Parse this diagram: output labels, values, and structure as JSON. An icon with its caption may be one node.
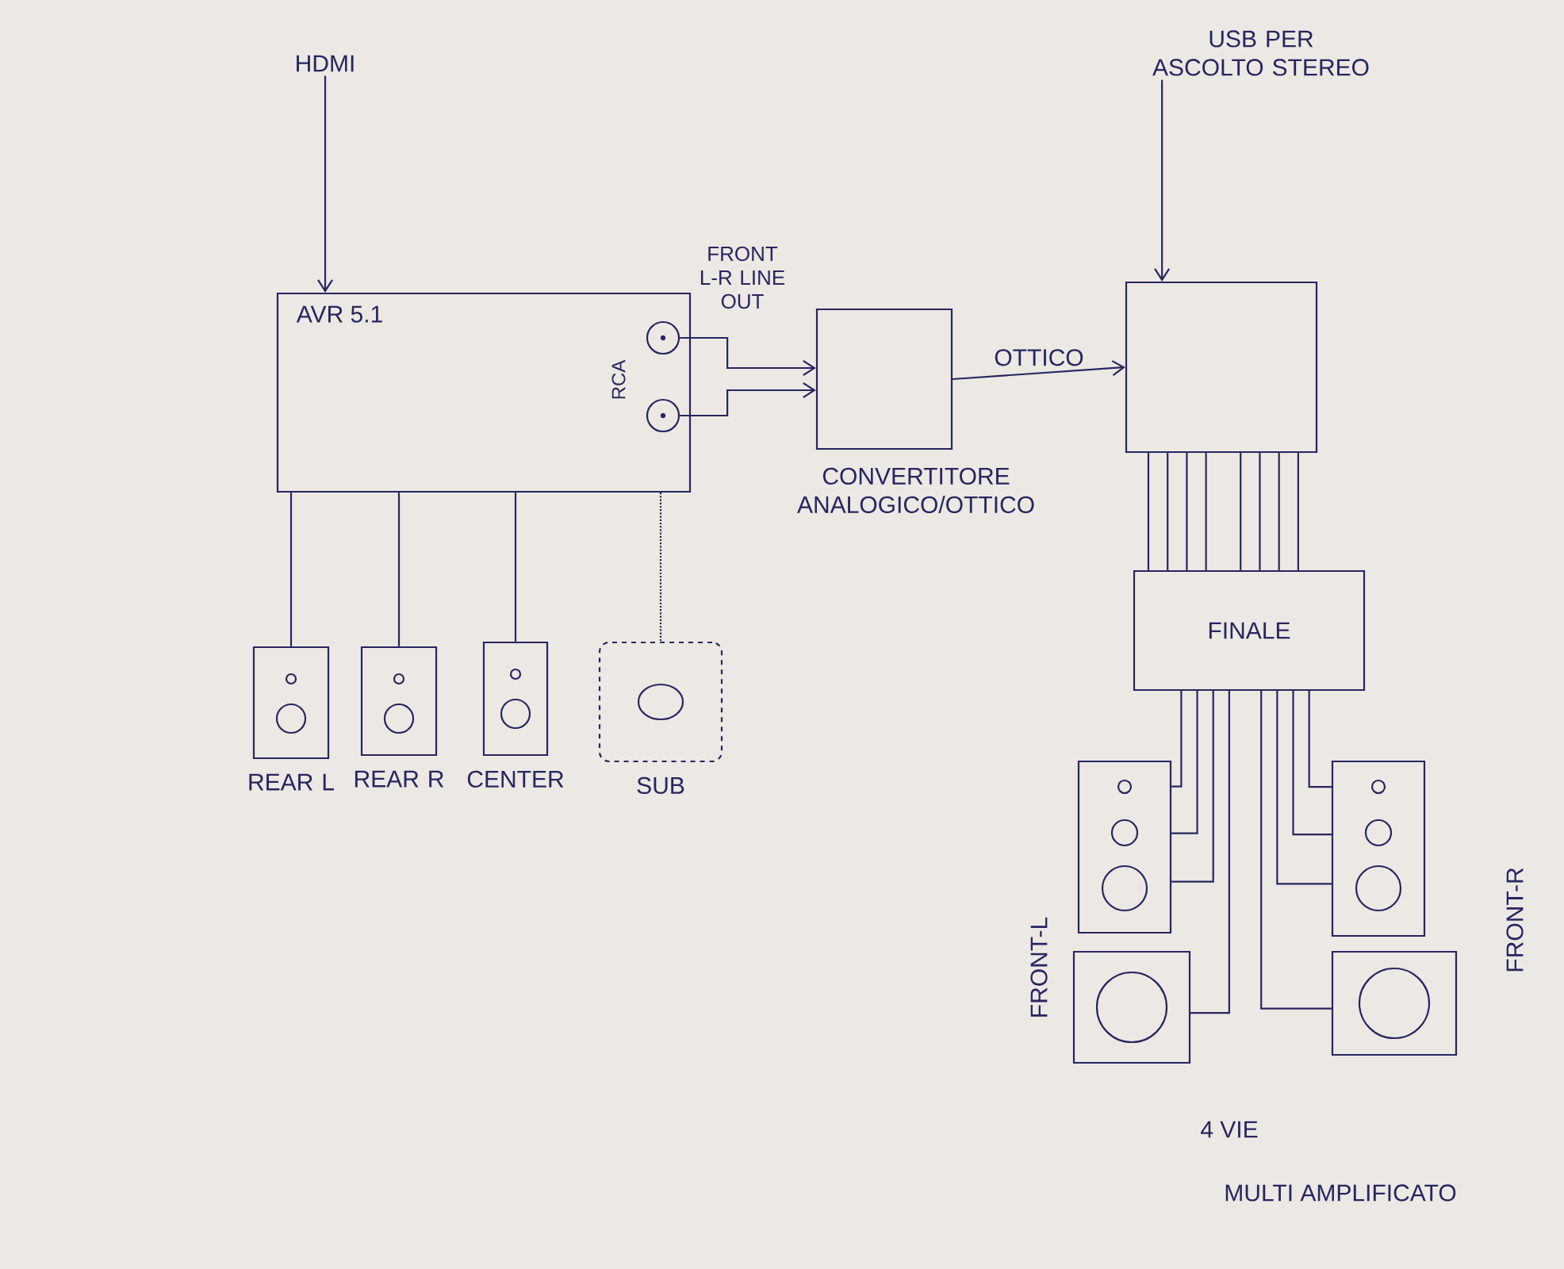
{
  "diagram": {
    "nodes": [
      {
        "text": [
          "HDMI"
        ]
      },
      {
        "text": [
          "AVR 5.1",
          "RCA"
        ]
      },
      {
        "text": [],
        "shape": "circle",
        "in": 1
      },
      {
        "text": [],
        "shape": "circle",
        "in": 1
      },
      {
        "text": [],
        "shape": "box",
        "beside": [
          "CONVERTITORE ANALOGICO/OTTICO"
        ]
      },
      {
        "text": [
          "USB PER ASCOLTO STEREO"
        ]
      },
      {
        "text": [],
        "shape": "box"
      },
      {
        "text": [
          "FINALE"
        ]
      },
      {
        "text": [
          "REAR L"
        ]
      },
      {
        "text": [
          "REAR R"
        ]
      },
      {
        "text": [
          "CENTER"
        ]
      },
      {
        "text": [
          "SUB"
        ]
      },
      {
        "text": [],
        "shape": "box"
      },
      {
        "text": [],
        "shape": "box"
      },
      {
        "text": [],
        "shape": "box"
      },
      {
        "text": [],
        "shape": "box"
      }
    ],
    "edges": [
      {
        "from": 0,
        "to": 1,
        "arrow": "to"
      },
      {
        "from": 2,
        "to": 4,
        "arrow": "to"
      },
      {
        "from": 3,
        "to": 4,
        "arrow": "to"
      },
      {
        "from": 4,
        "to": 6,
        "arrow": "to",
        "label": "OTTICO"
      },
      {
        "from": 5,
        "to": 6,
        "arrow": "to"
      },
      {
        "from": 6,
        "to": 7,
        "arrow": "none"
      },
      {
        "from": 6,
        "to": 7,
        "arrow": "none"
      },
      {
        "from": 6,
        "to": 7,
        "arrow": "none"
      },
      {
        "from": 6,
        "to": 7,
        "arrow": "none"
      },
      {
        "from": 6,
        "to": 7,
        "arrow": "none"
      },
      {
        "from": 6,
        "to": 7,
        "arrow": "none"
      },
      {
        "from": 6,
        "to": 7,
        "arrow": "none"
      },
      {
        "from": 6,
        "to": 7,
        "arrow": "none"
      },
      {
        "from": 1,
        "to": 8,
        "arrow": "none"
      },
      {
        "from": 1,
        "to": 9,
        "arrow": "none"
      },
      {
        "from": 1,
        "to": 10,
        "arrow": "none"
      },
      {
        "from": 1,
        "to": 11,
        "arrow": "none",
        "style": "dashed"
      },
      {
        "from": 7,
        "to": 12,
        "arrow": "none"
      },
      {
        "from": 7,
        "to": 12,
        "arrow": "none"
      },
      {
        "from": 7,
        "to": 12,
        "arrow": "none"
      },
      {
        "from": 7,
        "to": 13,
        "arrow": "none"
      },
      {
        "from": 7,
        "to": 15,
        "arrow": "none"
      },
      {
        "from": 7,
        "to": 14,
        "arrow": "none"
      },
      {
        "from": 7,
        "to": 14,
        "arrow": "none"
      },
      {
        "from": 7,
        "to": 14,
        "arrow": "none"
      }
    ],
    "labels": [
      "FRONT L-R LINE OUT",
      "FRONT-L",
      "FRONT-R",
      "4 VIE",
      "MULTI AMPLIFICATO"
    ]
  }
}
